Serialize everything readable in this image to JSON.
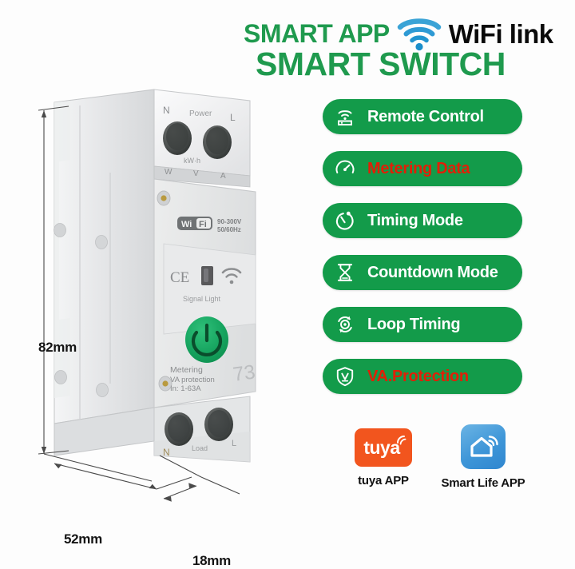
{
  "header": {
    "smart_app": "SMART APP",
    "wifi_link": "WiFi link",
    "smart_switch": "SMART SWITCH",
    "wifi_icon": "wifi-icon",
    "accent_green": "#1f9a4e",
    "accent_blue": "#2f9ad4"
  },
  "features": {
    "pill_color": "#139b4a",
    "items": [
      {
        "label": "Remote Control",
        "icon": "remote-control-icon",
        "text_color": "#ffffff",
        "highlight": false
      },
      {
        "label": "Metering Data",
        "icon": "gauge-icon",
        "text_color": "#e11f07",
        "highlight": true
      },
      {
        "label": "Timing Mode",
        "icon": "timer-icon",
        "text_color": "#ffffff",
        "highlight": false
      },
      {
        "label": "Countdown Mode",
        "icon": "hourglass-icon",
        "text_color": "#ffffff",
        "highlight": false
      },
      {
        "label": "Loop Timing",
        "icon": "loop-refresh-icon",
        "text_color": "#ffffff",
        "highlight": false
      },
      {
        "label": "VA.Protection",
        "icon": "shield-check-icon",
        "text_color": "#e11f07",
        "highlight": true
      }
    ]
  },
  "apps": [
    {
      "name": "tuya APP",
      "logo": "tuya-logo",
      "wordmark": "tuya",
      "color": "#f2551e"
    },
    {
      "name": "Smart Life APP",
      "logo": "smart-life-logo",
      "wordmark": "",
      "color": "#3e96d8"
    }
  ],
  "product": {
    "dimensions": {
      "height": "82mm",
      "depth": "52mm",
      "width": "18mm"
    },
    "top_terminals": {
      "neutral": "N",
      "center": "Power",
      "line": "L"
    },
    "meter_units": {
      "kwh": "kW·h",
      "watt": "W",
      "volt": "V",
      "amp": "A"
    },
    "face": {
      "wifi_badge_wi": "Wi",
      "wifi_badge_fi": "Fi",
      "voltage": "90-300V",
      "frequency": "50/60Hz",
      "ce_mark": "CE",
      "signal_light_label": "Signal Light",
      "wifi_glyph": "wifi-icon",
      "power_button": "power-button-icon",
      "spec_line1": "Metering",
      "spec_line2": "VA protection",
      "spec_line3": "In: 1-63A",
      "stamp": "73"
    },
    "bottom_terminals": {
      "neutral": "N",
      "center": "Load",
      "line": "L"
    }
  }
}
